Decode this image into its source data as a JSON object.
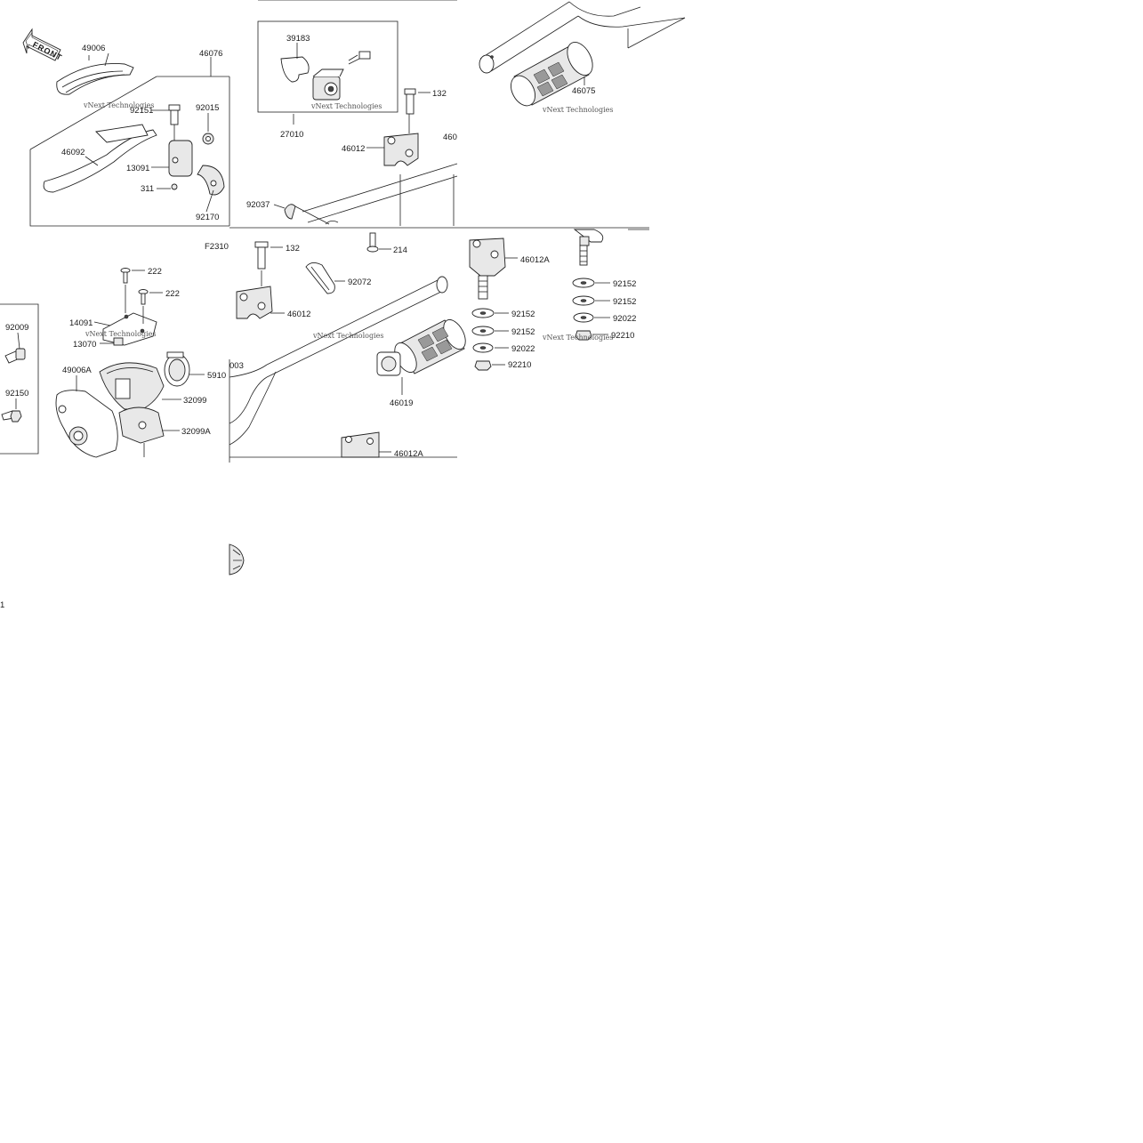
{
  "front_label": "FRONT",
  "diagram_code": "F2310",
  "page_number": "1",
  "watermark_text": "vNext Technologies",
  "part_labels": {
    "p49006": "49006",
    "p46076": "46076",
    "p92151": "92151",
    "p92015": "92015",
    "p46092": "46092",
    "p13091": "13091",
    "p311": "311",
    "p92170": "92170",
    "p39183": "39183",
    "p27010": "27010",
    "p132a": "132",
    "p46012a": "46012",
    "p460": "460",
    "p92037": "92037",
    "p214": "214",
    "p46075": "46075",
    "p132b": "132",
    "p92072": "92072",
    "p46012b": "46012",
    "p46012A1": "46012A",
    "p92152a": "92152",
    "p92152b": "92152",
    "p92022a": "92022",
    "p92210a": "92210",
    "p92152c": "92152",
    "p92152d": "92152",
    "p92022b": "92022",
    "p92210b": "92210",
    "p222a": "222",
    "p222b": "222",
    "p14091": "14091",
    "p13070": "13070",
    "p92009": "92009",
    "p92150": "92150",
    "p49006A": "49006A",
    "p5910": "5910",
    "p32099": "32099",
    "p32099A": "32099A",
    "p003": "003",
    "p46019": "46019",
    "p46012A2": "46012A"
  }
}
